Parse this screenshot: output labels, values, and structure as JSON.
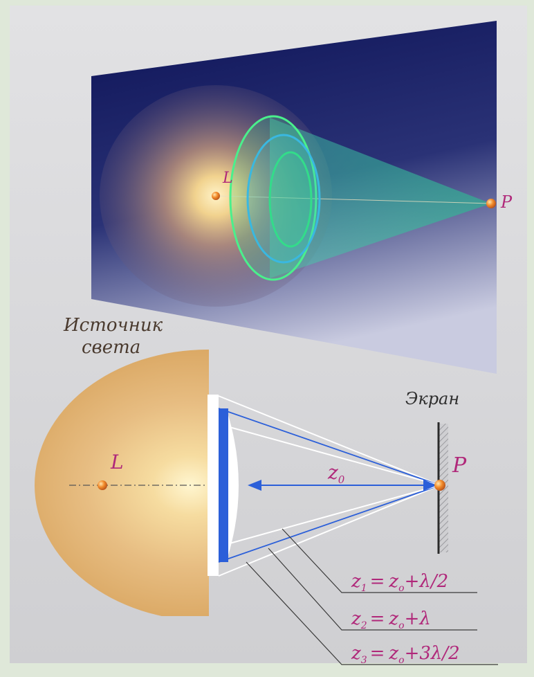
{
  "labels": {
    "top_source": "L",
    "top_point": "P",
    "source_title_line1": "Источник",
    "source_title_line2": "света",
    "screen": "Экран",
    "bottom_source": "L",
    "bottom_point": "P",
    "z0": "z",
    "z0_sub": "0"
  },
  "zones": [
    {
      "z": "z",
      "sub": "1",
      "eq": "=",
      "z0": "z",
      "z0sub": "o",
      "plus": "+",
      "term": "λ/2"
    },
    {
      "z": "z",
      "sub": "2",
      "eq": "=",
      "z0": "z",
      "z0sub": "o",
      "plus": "+",
      "term": "λ"
    },
    {
      "z": "z",
      "sub": "3",
      "eq": "=",
      "z0": "z",
      "z0sub": "o",
      "plus": "+",
      "term": "3λ/2"
    }
  ],
  "colors": {
    "background_border": "#dfe8d9",
    "panel": "#d4d4d6",
    "screen_dark": "#1a1f66",
    "zone_green": "#3ad98a",
    "zone_cyan": "#3ab8d9",
    "wavefront_blue": "#2b5fd9",
    "label_purple": "#b0287a",
    "label_brown": "#4a3a2e",
    "source_glow": "#d9a35a"
  }
}
